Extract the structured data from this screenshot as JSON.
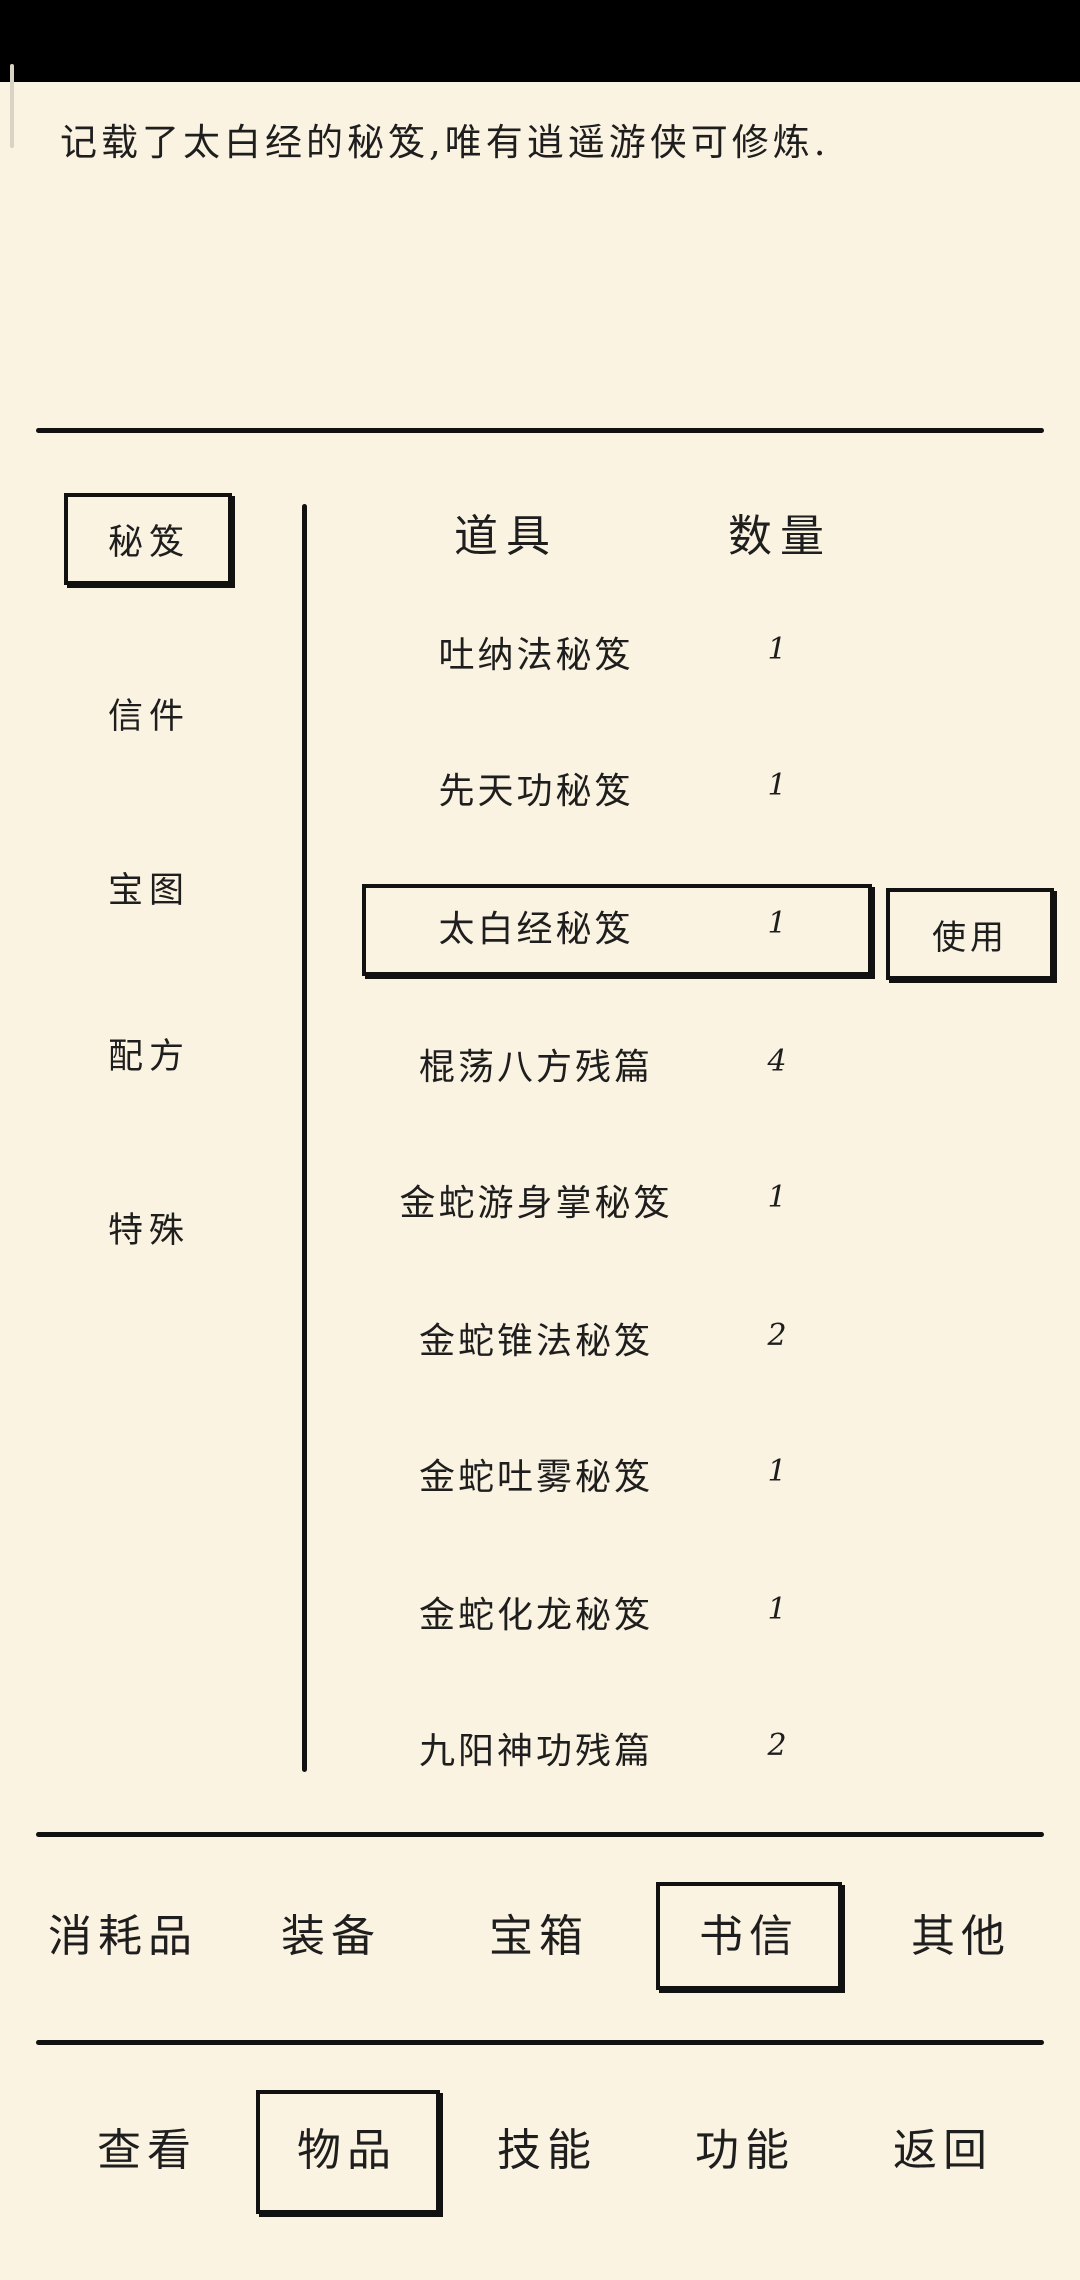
{
  "description": "记载了太白经的秘笈,唯有逍遥游侠可修炼.",
  "categories": [
    "秘笈",
    "信件",
    "宝图",
    "配方",
    "特殊"
  ],
  "selected_category": "秘笈",
  "headers": {
    "item": "道具",
    "qty": "数量"
  },
  "items": [
    {
      "name": "吐纳法秘笈",
      "qty": "1"
    },
    {
      "name": "先天功秘笈",
      "qty": "1"
    },
    {
      "name": "太白经秘笈",
      "qty": "1"
    },
    {
      "name": "棍荡八方残篇",
      "qty": "4"
    },
    {
      "name": "金蛇游身掌秘笈",
      "qty": "1"
    },
    {
      "name": "金蛇锥法秘笈",
      "qty": "2"
    },
    {
      "name": "金蛇吐雾秘笈",
      "qty": "1"
    },
    {
      "name": "金蛇化龙秘笈",
      "qty": "1"
    },
    {
      "name": "九阳神功残篇",
      "qty": "2"
    }
  ],
  "selected_item": "太白经秘笈",
  "use_label": "使用",
  "item_tabs": [
    "消耗品",
    "装备",
    "宝箱",
    "书信",
    "其他"
  ],
  "selected_item_tab": "书信",
  "bottom_nav": [
    "查看",
    "物品",
    "技能",
    "功能",
    "返回"
  ],
  "selected_nav": "物品",
  "colors": {
    "background": "#fbf3e1",
    "ink": "#111111",
    "statusbar": "#000000"
  }
}
